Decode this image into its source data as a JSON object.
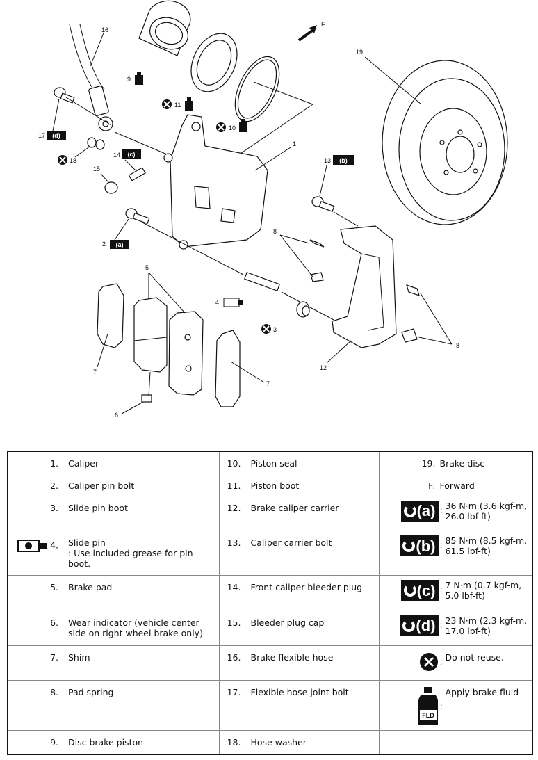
{
  "diagram": {
    "forward_label": "F",
    "labels": {
      "l1": "1",
      "l2": "2",
      "l3": "3",
      "l4": "4",
      "l5": "5",
      "l6": "6",
      "l7": "7",
      "l8": "8",
      "l9": "9",
      "l10": "10",
      "l11": "11",
      "l12": "12",
      "l13": "13",
      "l14": "14",
      "l15": "15",
      "l16": "16",
      "l17": "17",
      "l18": "18",
      "l19": "19"
    },
    "torque_tags": {
      "a": "(a)",
      "b": "(b)",
      "c": "(c)",
      "d": "(d)"
    },
    "fluid_tag": "FLD"
  },
  "legend": {
    "rows": [
      [
        {
          "n": "1.",
          "t": "Caliper"
        },
        {
          "n": "10.",
          "t": "Piston seal"
        },
        {
          "n": "19.",
          "t": "Brake disc"
        }
      ],
      [
        {
          "n": "2.",
          "t": "Caliper pin bolt"
        },
        {
          "n": "11.",
          "t": "Piston boot"
        },
        {
          "n": "F:",
          "t": "Forward"
        }
      ],
      [
        {
          "n": "3.",
          "t": "Slide pin boot"
        },
        {
          "n": "12.",
          "t": "Brake caliper carrier"
        },
        {
          "icon": "(a)",
          "t": "36 N·m (3.6 kgf-m, 26.0 lbf-ft)"
        }
      ],
      [
        {
          "n": "4.",
          "t": "Slide pin",
          "t2": ": Use included grease for pin boot."
        },
        {
          "n": "13.",
          "t": "Caliper carrier bolt"
        },
        {
          "icon": "(b)",
          "t": "85 N·m (8.5 kgf-m, 61.5 lbf-ft)"
        }
      ],
      [
        {
          "n": "5.",
          "t": "Brake pad"
        },
        {
          "n": "14.",
          "t": "Front caliper bleeder plug"
        },
        {
          "icon": "(c)",
          "t": "7 N·m (0.7 kgf-m, 5.0 lbf-ft)"
        }
      ],
      [
        {
          "n": "6.",
          "t": "Wear indicator (vehicle center side on right wheel brake only)"
        },
        {
          "n": "15.",
          "t": "Bleeder plug cap"
        },
        {
          "icon": "(d)",
          "t": "23 N·m (2.3 kgf-m, 17.0 lbf-ft)"
        }
      ],
      [
        {
          "n": "7.",
          "t": "Shim"
        },
        {
          "n": "16.",
          "t": "Brake flexible hose"
        },
        {
          "t": "Do not reuse."
        }
      ],
      [
        {
          "n": "8.",
          "t": "Pad spring"
        },
        {
          "n": "17.",
          "t": "Flexible hose joint bolt"
        },
        {
          "t": "Apply brake fluid"
        }
      ],
      [
        {
          "n": "9.",
          "t": "Disc brake piston"
        },
        {
          "n": "18.",
          "t": "Hose washer"
        },
        {
          "t": ""
        }
      ]
    ]
  }
}
